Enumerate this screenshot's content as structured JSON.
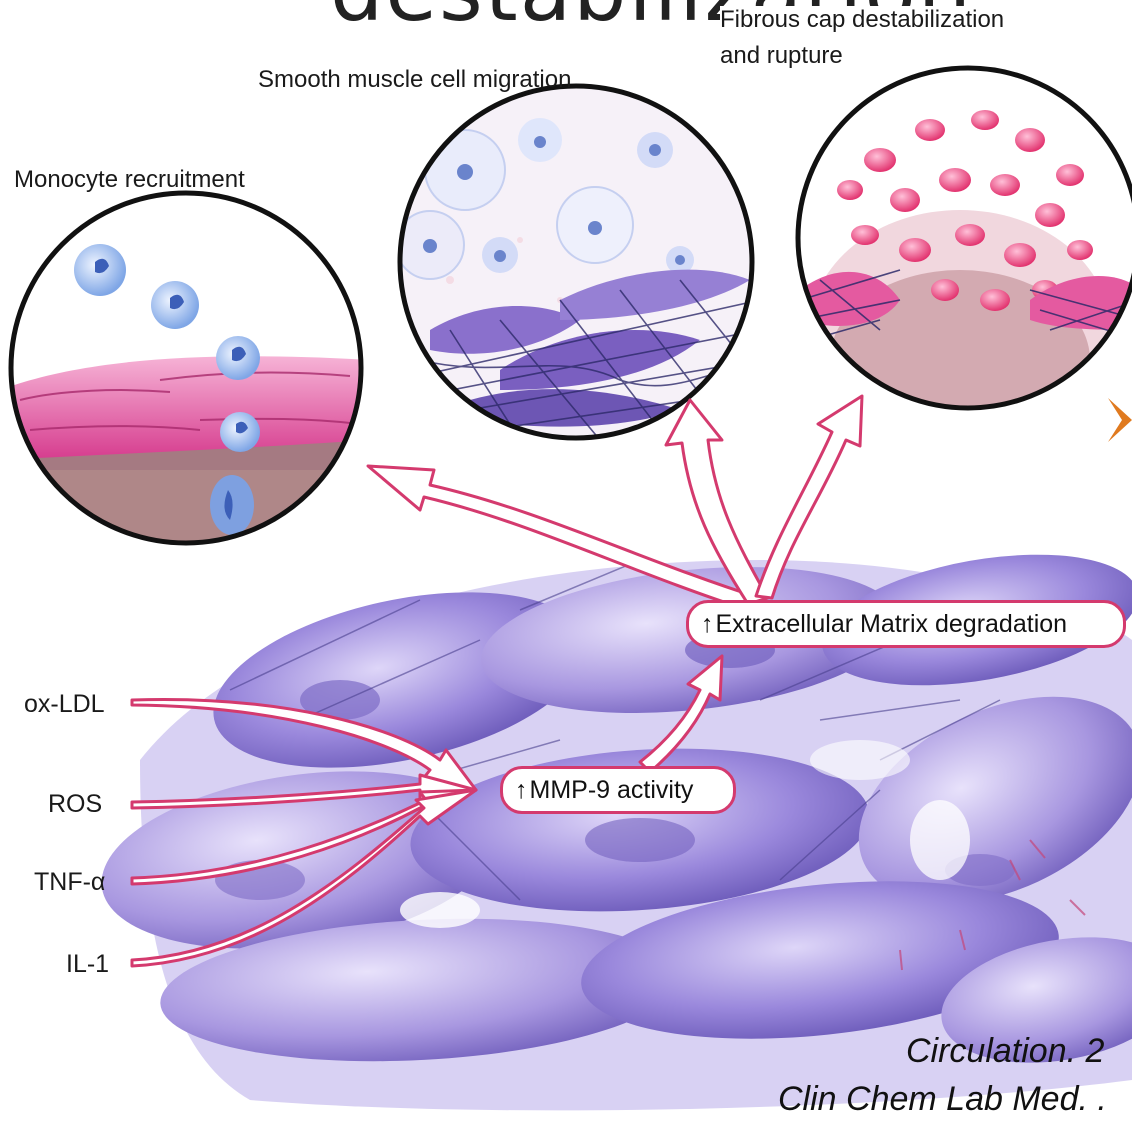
{
  "header": {
    "title_fragment": "destabilization"
  },
  "panels": {
    "monocyte": "Monocyte recruitment",
    "smc": "Smooth muscle cell migration",
    "cap_line1": "Fibrous cap destabilization",
    "cap_line2": "and rupture"
  },
  "boxes": {
    "ecm": "Extracellular Matrix degradation",
    "mmp": "MMP-9 activity",
    "up_arrow": "↑"
  },
  "inputs": [
    "ox-LDL",
    "ROS",
    "TNF-α",
    "IL-1"
  ],
  "citations": {
    "line1": "Circulation. 2",
    "line2": "Clin Chem Lab Med. ."
  },
  "colors": {
    "accent": "#d43a6e",
    "cell_purple": "#8a78d0",
    "endothelium_pink": "#e0489a",
    "bullet_orange": "#e07a1f"
  }
}
